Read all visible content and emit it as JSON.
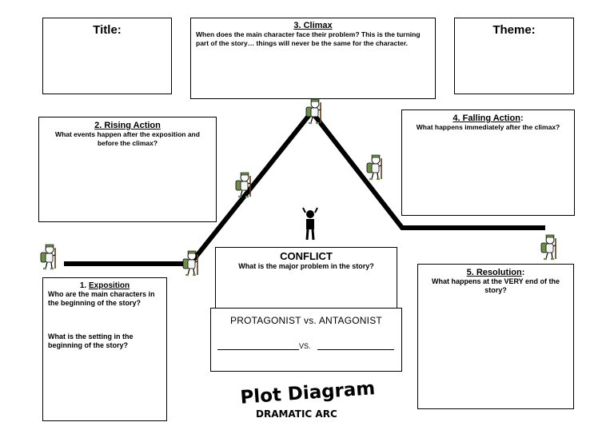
{
  "title_box": {
    "heading": "Title:"
  },
  "theme_box": {
    "heading": "Theme:"
  },
  "climax": {
    "heading": "3. Climax",
    "prompt": "When does the main character face their problem? This is the turning part of the story… things will never be the same for the character."
  },
  "rising_action": {
    "heading": "2. Rising Action",
    "prompt": "What events happen after the exposition and before the climax?"
  },
  "falling_action": {
    "heading": "4. Falling Action",
    "heading_suffix": ":",
    "prompt": "What happens immediately after the climax?"
  },
  "exposition": {
    "number": "1.",
    "heading": "Exposition",
    "q1": "Who are the main characters in the beginning of the story?",
    "q2": "What is the setting in the beginning of the story?"
  },
  "resolution": {
    "heading": "5. Resolution",
    "heading_suffix": ":",
    "prompt": "What happens at the VERY end of the story?"
  },
  "conflict": {
    "heading": "CONFLICT",
    "prompt": "What is the major problem in the story?"
  },
  "versus": {
    "heading": "PROTAGONIST vs. ANTAGONIST",
    "vs_label": "VS."
  },
  "footer": {
    "title": "Plot Diagram",
    "subtitle": "DRAMATIC ARC"
  },
  "icons": [
    "hiker-icon",
    "stressed-person-icon"
  ]
}
